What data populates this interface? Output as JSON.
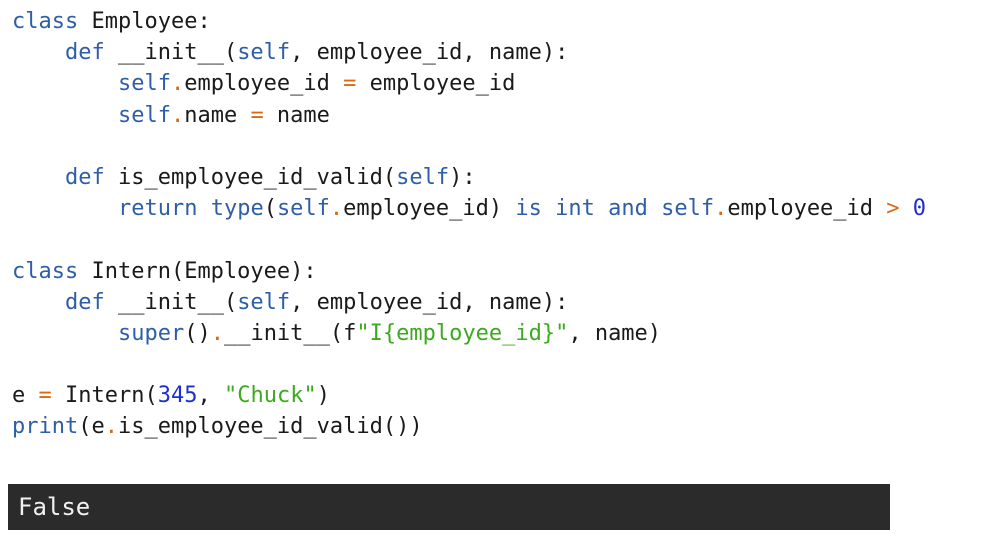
{
  "code": {
    "lines": [
      [
        {
          "t": "kw",
          "v": "class"
        },
        {
          "t": "txt",
          "v": " Employee:"
        }
      ],
      [
        {
          "t": "txt",
          "v": "    "
        },
        {
          "t": "kw",
          "v": "def"
        },
        {
          "t": "txt",
          "v": " __init__("
        },
        {
          "t": "kw",
          "v": "self"
        },
        {
          "t": "txt",
          "v": ", employee_id, name):"
        }
      ],
      [
        {
          "t": "txt",
          "v": "        "
        },
        {
          "t": "kw",
          "v": "self"
        },
        {
          "t": "op",
          "v": "."
        },
        {
          "t": "txt",
          "v": "employee_id "
        },
        {
          "t": "op",
          "v": "="
        },
        {
          "t": "txt",
          "v": " employee_id"
        }
      ],
      [
        {
          "t": "txt",
          "v": "        "
        },
        {
          "t": "kw",
          "v": "self"
        },
        {
          "t": "op",
          "v": "."
        },
        {
          "t": "txt",
          "v": "name "
        },
        {
          "t": "op",
          "v": "="
        },
        {
          "t": "txt",
          "v": " name"
        }
      ],
      [],
      [
        {
          "t": "txt",
          "v": "    "
        },
        {
          "t": "kw",
          "v": "def"
        },
        {
          "t": "txt",
          "v": " is_employee_id_valid("
        },
        {
          "t": "kw",
          "v": "self"
        },
        {
          "t": "txt",
          "v": "):"
        }
      ],
      [
        {
          "t": "txt",
          "v": "        "
        },
        {
          "t": "kw",
          "v": "return"
        },
        {
          "t": "txt",
          "v": " "
        },
        {
          "t": "kw",
          "v": "type"
        },
        {
          "t": "txt",
          "v": "("
        },
        {
          "t": "kw",
          "v": "self"
        },
        {
          "t": "op",
          "v": "."
        },
        {
          "t": "txt",
          "v": "employee_id) "
        },
        {
          "t": "kw",
          "v": "is"
        },
        {
          "t": "txt",
          "v": " "
        },
        {
          "t": "kw",
          "v": "int"
        },
        {
          "t": "txt",
          "v": " "
        },
        {
          "t": "kw",
          "v": "and"
        },
        {
          "t": "txt",
          "v": " "
        },
        {
          "t": "kw",
          "v": "self"
        },
        {
          "t": "op",
          "v": "."
        },
        {
          "t": "txt",
          "v": "employee_id "
        },
        {
          "t": "op",
          "v": ">"
        },
        {
          "t": "txt",
          "v": " "
        },
        {
          "t": "num",
          "v": "0"
        }
      ],
      [],
      [
        {
          "t": "kw",
          "v": "class"
        },
        {
          "t": "txt",
          "v": " Intern(Employee):"
        }
      ],
      [
        {
          "t": "txt",
          "v": "    "
        },
        {
          "t": "kw",
          "v": "def"
        },
        {
          "t": "txt",
          "v": " __init__("
        },
        {
          "t": "kw",
          "v": "self"
        },
        {
          "t": "txt",
          "v": ", employee_id, name):"
        }
      ],
      [
        {
          "t": "txt",
          "v": "        "
        },
        {
          "t": "kw",
          "v": "super"
        },
        {
          "t": "txt",
          "v": "()"
        },
        {
          "t": "op",
          "v": "."
        },
        {
          "t": "txt",
          "v": "__init__(f"
        },
        {
          "t": "str",
          "v": "\"I{employee_id}\""
        },
        {
          "t": "txt",
          "v": ", name)"
        }
      ],
      [],
      [
        {
          "t": "txt",
          "v": "e "
        },
        {
          "t": "op",
          "v": "="
        },
        {
          "t": "txt",
          "v": " Intern("
        },
        {
          "t": "num",
          "v": "345"
        },
        {
          "t": "txt",
          "v": ", "
        },
        {
          "t": "str",
          "v": "\"Chuck\""
        },
        {
          "t": "txt",
          "v": ")"
        }
      ],
      [
        {
          "t": "kw",
          "v": "print"
        },
        {
          "t": "txt",
          "v": "(e"
        },
        {
          "t": "op",
          "v": "."
        },
        {
          "t": "txt",
          "v": "is_employee_id_valid())"
        }
      ]
    ]
  },
  "output": {
    "text": "False"
  },
  "colors": {
    "keyword": "#2f5ea8",
    "operator": "#d86a14",
    "number": "#1e2fd0",
    "string": "#3caa1e",
    "text": "#1a1a1a",
    "output_background": "#2b2b2b",
    "output_text": "#f2f2f2"
  }
}
